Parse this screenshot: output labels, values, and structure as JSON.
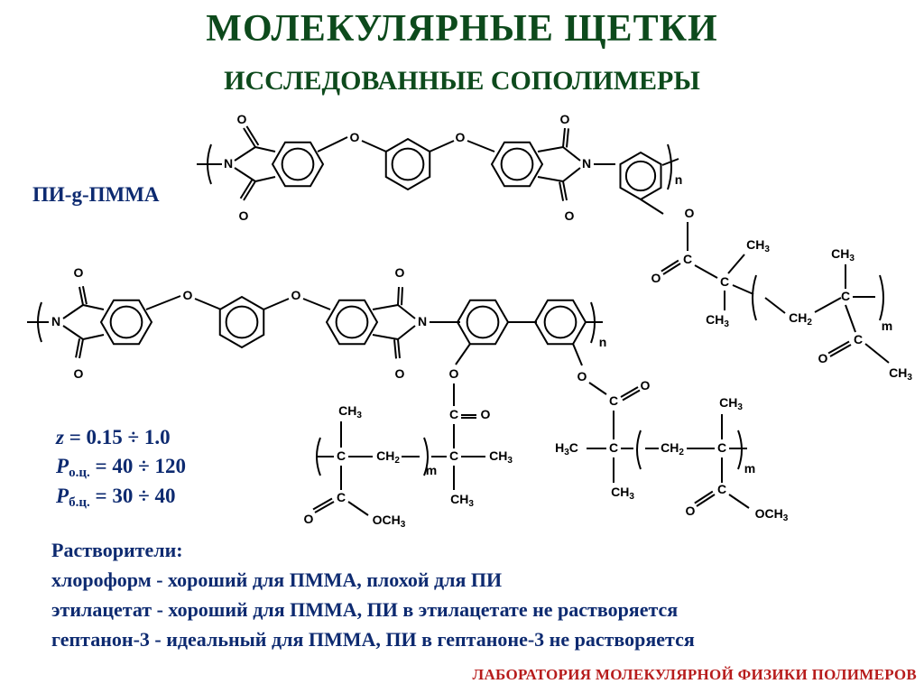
{
  "slide": {
    "title": "МОЛЕКУЛЯРНЫЕ ЩЕТКИ",
    "subtitle": "ИССЛЕДОВАННЫЕ СОПОЛИМЕРЫ",
    "series_label": "ПИ-g-ПММА",
    "params": {
      "z_symbol": "z",
      "z_value": " = 0.15 ÷ 1.0",
      "po_symbol": "P",
      "po_sub": "о.ц.",
      "po_value": " = 40 ÷ 120",
      "pb_symbol": "P",
      "pb_sub": "б.ц.",
      "pb_value": " = 30 ÷ 40"
    },
    "solvents": {
      "heading": "Растворители:",
      "lines": [
        "хлороформ  -  хороший для ПММА, плохой для ПИ",
        "этилацетат - хороший для ПММА, ПИ в этилацетате не растворяется",
        "гептанон-3 - идеальный для ПММА, ПИ в гептаноне-3 не растворяется"
      ]
    },
    "footer": "ЛАБОРАТОРИЯ МОЛЕКУЛЯРНОЙ ФИЗИКИ ПОЛИМЕРОВ",
    "colors": {
      "title": "#0d4a1c",
      "body_text": "#0d2a70",
      "footer": "#b71c1c",
      "structure": "#000000"
    }
  },
  "chem": {
    "O": "O",
    "N": "N",
    "C": "C",
    "n": "n",
    "m": "m",
    "CH": "CH",
    "H": "H",
    "OCH": "OCH",
    "two": "2",
    "three": "3"
  }
}
